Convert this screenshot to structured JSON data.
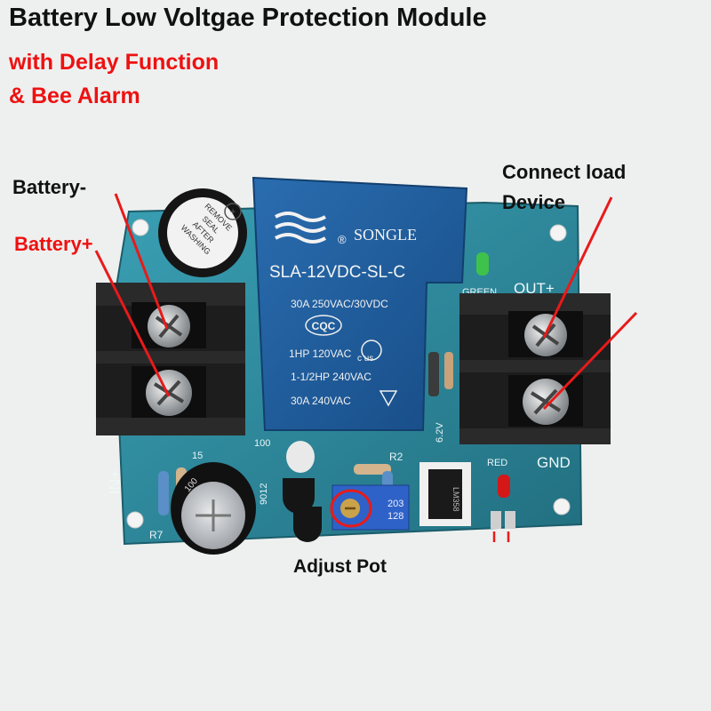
{
  "title": "Battery Low Voltgae Protection Module",
  "subtitle_line1": "with Delay Function",
  "subtitle_line2": "& Bee Alarm",
  "callouts": {
    "battery_negative": "Battery-",
    "battery_positive": "Battery+",
    "connect_load_line1": "Connect load",
    "connect_load_line2": "Device",
    "adjust_pot": "Adjust Pot"
  },
  "relay": {
    "brand": "SONGLE",
    "model": "SLA-12VDC-SL-C",
    "rating_1": "30A  250VAC/30VDC",
    "cert": "CQC",
    "ul_mark": "c    us",
    "rating_2": "1HP 120VAC",
    "rating_3": "1-1/2HP 240VAC",
    "rating_4": "30A 240VAC",
    "registered_mark": "®"
  },
  "buzzer_text": [
    "REMOVE",
    "SEAL",
    "AFTER",
    "WASHING"
  ],
  "board_labels": {
    "out_plus": "OUT+",
    "gnd": "GND",
    "in_plus": "IN+",
    "green": "GREEN",
    "red": "RED",
    "zener": "6.2V",
    "transistor": "9012",
    "r7": "R7",
    "r2": "R2",
    "pot_code_1": "203",
    "pot_code_2": "128",
    "ic_text": "LM358",
    "c100": "100",
    "c15": "15",
    "cap_text": "100"
  },
  "colors": {
    "pcb": "#2c8a9e",
    "relay": "#1e5d9e",
    "terminal": "#1d1d1d",
    "callout_red": "#ee1111",
    "arrow_red": "#e81a1a"
  }
}
